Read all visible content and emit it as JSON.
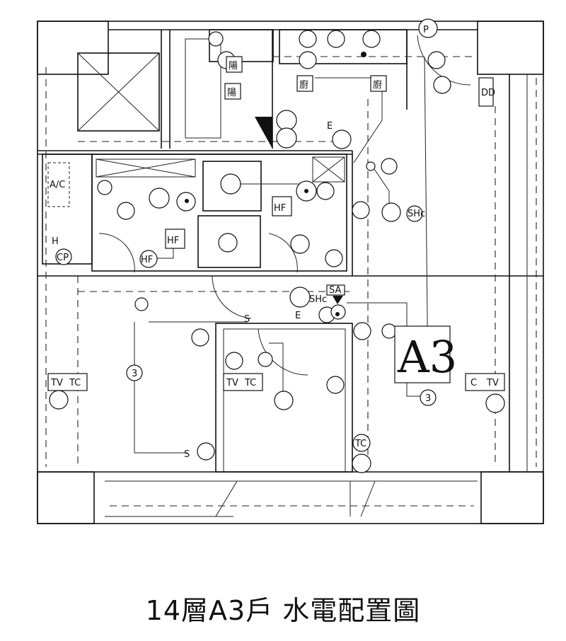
{
  "title": "14層A3戶 水電配置圖",
  "unit_label": "A3",
  "labels": {
    "tv": "TV",
    "tc": "TC",
    "c": "C",
    "hf": "HF",
    "p": "P",
    "shc": "SHc",
    "kitchen": "廚",
    "balcony": "陽",
    "circuit": "3",
    "dd": "DD",
    "h": "H",
    "e": "E",
    "sa": "SA",
    "ac": "A/C",
    "s": "S",
    "cp": "CP"
  }
}
